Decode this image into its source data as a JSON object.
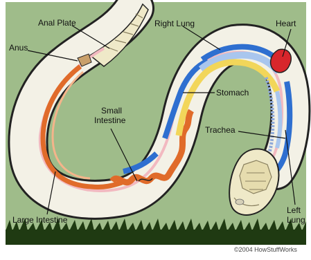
{
  "diagram": {
    "labels": {
      "anal_plate": "Anal Plate",
      "anus": "Anus",
      "right_lung": "Right Lung",
      "heart": "Heart",
      "stomach": "Stomach",
      "small_intestine_1": "Small",
      "small_intestine_2": "Intestine",
      "trachea": "Trachea",
      "large_intestine": "Large Intestine",
      "left_lung_1": "Left",
      "left_lung_2": "Lung"
    },
    "copyright": "©2004 HowStuffWorks"
  },
  "colors": {
    "background": "#9fbc8a",
    "grass": "#1f3a12",
    "body_outline": "#222222",
    "body_fill": "#f3f1e6",
    "scale_fill": "#efe9c8",
    "lung": "#2e6fd0",
    "lung_light": "#a9c6ee",
    "stomach": "#f2d65a",
    "intestine": "#e06b2a",
    "membrane": "#f2b9c0",
    "heart": "#d8262c",
    "trachea": "#8fa9d8"
  }
}
